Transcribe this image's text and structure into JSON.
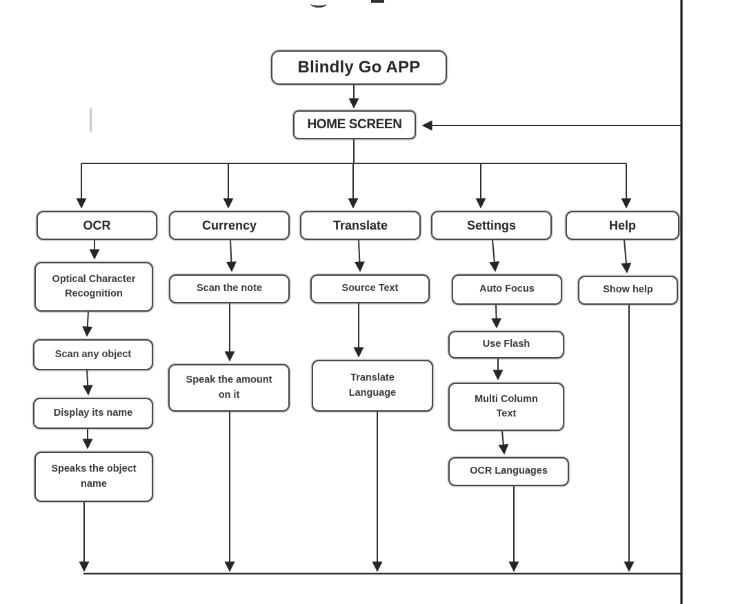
{
  "diagram": {
    "type": "flowchart",
    "description": "App navigation flowchart of the Blindly Go APP: home screen branches into five features, each feature chain returns to the home screen via a feedback loop drawn along the right edge.",
    "colors": {
      "background": "#ffffff",
      "line": "#2e2e2e",
      "box_border": "#474747",
      "text": "#262626"
    }
  },
  "nodes": {
    "app": "Blindly Go APP",
    "home": "HOME SCREEN",
    "ocr": "OCR",
    "currency": "Currency",
    "translate": "Translate",
    "settings": "Settings",
    "help": "Help",
    "ocr_desc": "Optical Character\nRecognition",
    "scan_note": "Scan the note",
    "source_text": "Source Text",
    "auto_focus": "Auto Focus",
    "show_help": "Show help",
    "scan_any": "Scan any object",
    "speak_amount": "Speak the amount\non it",
    "trans_lang": "Translate\nLanguage",
    "use_flash": "Use Flash",
    "display_name": "Display its name",
    "multi_column": "Multi Column\nText",
    "speaks_object": "Speaks the object\nname",
    "ocr_languages": "OCR Languages"
  },
  "edges": [
    {
      "from": "app",
      "to": "home"
    },
    {
      "from": "home",
      "to": "ocr"
    },
    {
      "from": "home",
      "to": "currency"
    },
    {
      "from": "home",
      "to": "translate"
    },
    {
      "from": "home",
      "to": "settings"
    },
    {
      "from": "home",
      "to": "help"
    },
    {
      "from": "ocr",
      "to": "ocr_desc"
    },
    {
      "from": "ocr_desc",
      "to": "scan_any"
    },
    {
      "from": "scan_any",
      "to": "display_name"
    },
    {
      "from": "display_name",
      "to": "speaks_object"
    },
    {
      "from": "speaks_object",
      "to": "return_loop"
    },
    {
      "from": "currency",
      "to": "scan_note"
    },
    {
      "from": "scan_note",
      "to": "speak_amount"
    },
    {
      "from": "speak_amount",
      "to": "return_loop"
    },
    {
      "from": "translate",
      "to": "source_text"
    },
    {
      "from": "source_text",
      "to": "trans_lang"
    },
    {
      "from": "trans_lang",
      "to": "return_loop"
    },
    {
      "from": "settings",
      "to": "auto_focus"
    },
    {
      "from": "auto_focus",
      "to": "use_flash"
    },
    {
      "from": "use_flash",
      "to": "multi_column"
    },
    {
      "from": "multi_column",
      "to": "ocr_languages"
    },
    {
      "from": "ocr_languages",
      "to": "return_loop"
    },
    {
      "from": "help",
      "to": "show_help"
    },
    {
      "from": "show_help",
      "to": "return_loop"
    },
    {
      "from": "return_loop",
      "to": "home"
    }
  ]
}
